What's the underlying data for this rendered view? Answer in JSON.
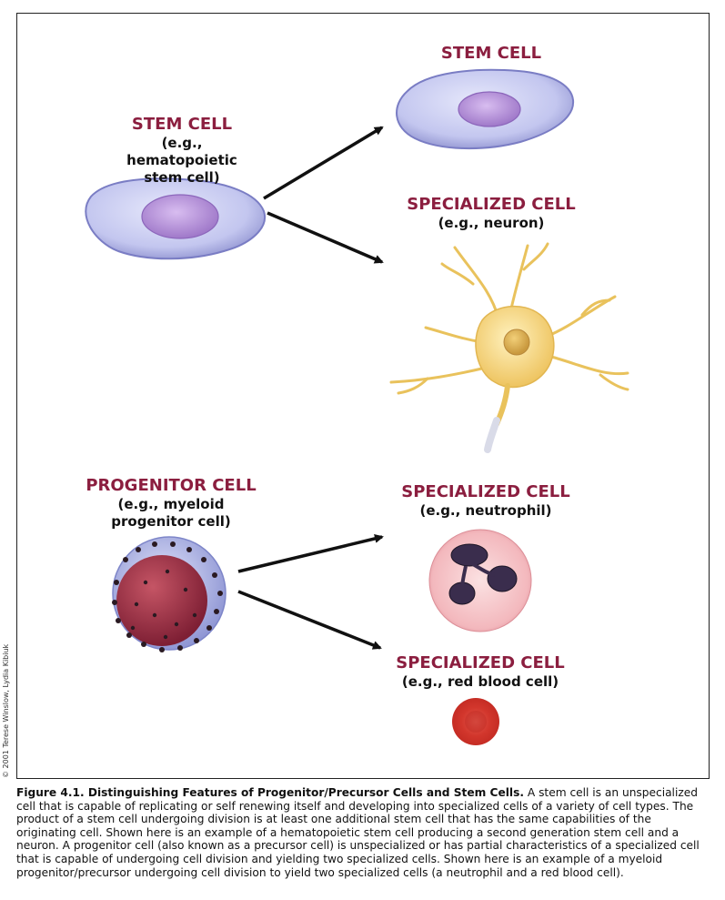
{
  "stem_cell_left": {
    "title": "STEM CELL",
    "subtitle": "(e.g., hematopoietic stem cell)"
  },
  "stem_cell_right": {
    "title": "STEM CELL"
  },
  "specialized_neuron": {
    "title": "SPECIALIZED CELL",
    "subtitle": "(e.g., neuron)"
  },
  "progenitor_cell": {
    "title": "PROGENITOR CELL",
    "subtitle": "(e.g., myeloid progenitor cell)"
  },
  "specialized_neutrophil": {
    "title": "SPECIALIZED CELL",
    "subtitle": "(e.g., neutrophil)"
  },
  "specialized_rbc": {
    "title": "SPECIALIZED CELL",
    "subtitle": "(e.g., red blood cell)"
  },
  "credit": "© 2001 Terese Winslow, Lydia Kibiuk",
  "caption": {
    "lead": "Figure 4.1. Distinguishing Features of Progenitor/Precursor Cells and Stem Cells.",
    "body": " A stem cell is an unspecialized cell that is capable of replicating or self renewing itself and developing into specialized cells of a variety of cell types. The product of a stem cell undergoing division is at least one additional stem cell that has the same capabilities of the originating cell. Shown here is an example of a hematopoietic stem cell producing a second generation stem cell and a neuron. A progenitor cell (also known as a precursor cell) is unspecialized or has partial characteristics of a specialized cell that is capable of undergoing cell division and yielding two specialized cells. Shown here is an example of a myeloid progenitor/precursor undergoing cell division to yield two specialized cells (a neutrophil and a red blood cell)."
  },
  "colors": {
    "title": "#8b1e3f",
    "stem_cell": "#c5c8ee",
    "nucleus": "#b490d6",
    "neuron": "#f3d57a",
    "rbc": "#d8322a"
  }
}
